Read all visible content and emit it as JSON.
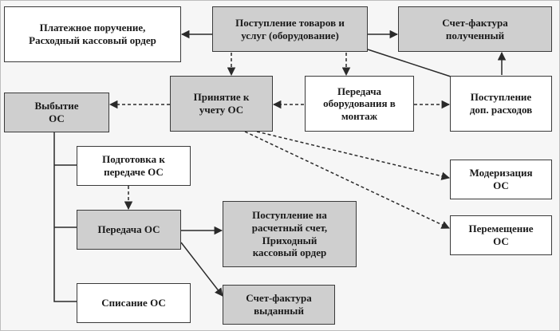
{
  "colors": {
    "box_fill": "#ffffff",
    "box_fill_highlight": "#cfcfcf",
    "stroke": "#3a3a3a"
  },
  "nodes": {
    "payment_order": "Платежное поручение,\nРасходный кассовый ордер",
    "goods_receipt": "Поступление товаров и\nуслуг (оборудование)",
    "invoice_received": "Счет-фактура\nполученный",
    "disposal_os": "Выбытие\nОС",
    "acceptance_os": "Принятие к\nучету ОС",
    "equipment_transfer": "Передача\nоборудования в\nмонтаж",
    "additional_expenses": "Поступление\nдоп. расходов",
    "prep_transfer_os": "Подготовка к\nпередаче ОС",
    "transfer_os": "Передача ОС",
    "bank_receipt": "Поступление на\nрасчетный счет,\nПриходный\nкассовый ордер",
    "modernization_os": "Модеризация\nОС",
    "movement_os": "Перемещение\nОС",
    "writeoff_os": "Списание ОС",
    "invoice_issued": "Счет-фактура\nвыданный"
  }
}
